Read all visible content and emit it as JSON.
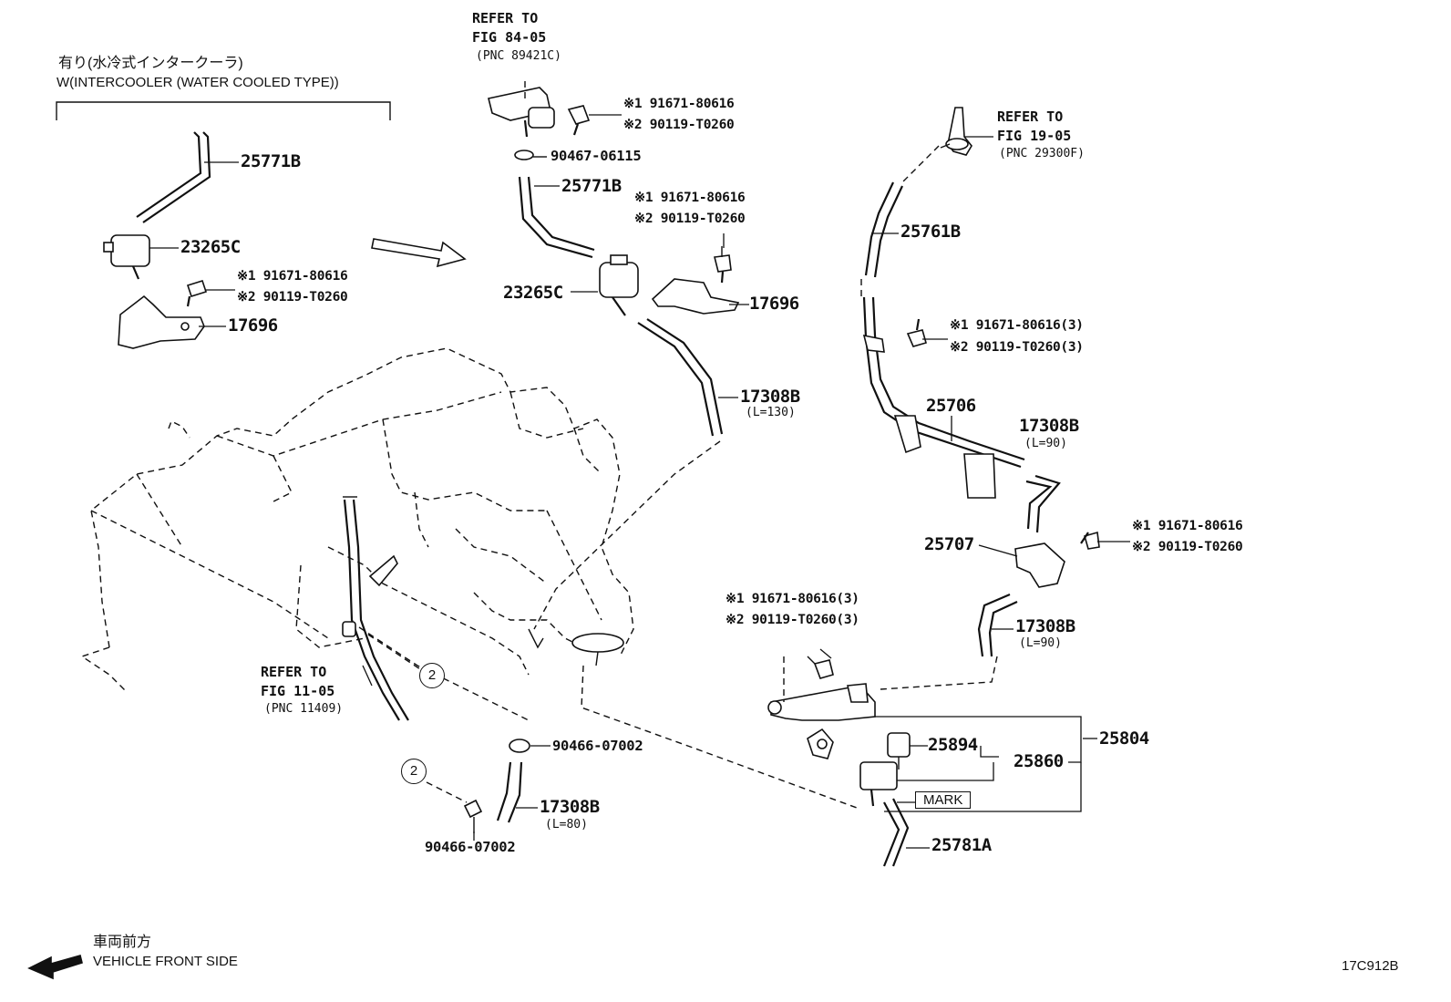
{
  "header": {
    "jp": "有り(水冷式インタークーラ)",
    "en": "W(INTERCOOLER (WATER COOLED TYPE))"
  },
  "refs": {
    "fig84": {
      "l1": "REFER TO",
      "l2": "FIG 84-05",
      "pnc": "(PNC 89421C)"
    },
    "fig19": {
      "l1": "REFER TO",
      "l2": "FIG 19-05",
      "pnc": "(PNC 29300F)"
    },
    "fig11": {
      "l1": "REFER TO",
      "l2": "FIG 11-05",
      "pnc": "(PNC 11409)"
    }
  },
  "parts": {
    "p25771B_left": "25771B",
    "p23265C_left": "23265C",
    "p17696_left": "17696",
    "p25771B_center": "25771B",
    "p23265C_center": "23265C",
    "p17696_center": "17696",
    "p17308B_130": "17308B",
    "p90467": "90467-06115",
    "p25761B": "25761B",
    "p25706": "25706",
    "p17308B_90a": "17308B",
    "p25707": "25707",
    "p17308B_90b": "17308B",
    "p25894": "25894",
    "p25860": "25860",
    "p25804": "25804",
    "p25781A": "25781A",
    "p90466_upper": "90466-07002",
    "p90466_lower": "90466-07002",
    "p17308B_80": "17308B"
  },
  "lengths": {
    "l130": "(L=130)",
    "l90a": "(L=90)",
    "l90b": "(L=90)",
    "l80": "(L=80)"
  },
  "bolts": {
    "left": {
      "a": "※1 91671-80616",
      "b": "※2 90119-T0260"
    },
    "top": {
      "a": "※1 91671-80616",
      "b": "※2 90119-T0260"
    },
    "center": {
      "a": "※1 91671-80616",
      "b": "※2 90119-T0260"
    },
    "right_u": {
      "a": "※1 91671-80616(3)",
      "b": "※2 90119-T0260(3)"
    },
    "right_m": {
      "a": "※1 91671-80616",
      "b": "※2 90119-T0260"
    },
    "lower": {
      "a": "※1 91671-80616(3)",
      "b": "※2 90119-T0260(3)"
    }
  },
  "circles": {
    "c1": "2",
    "c2": "2"
  },
  "mark": "MARK",
  "footer": {
    "jp": "車両前方",
    "en": "VEHICLE FRONT SIDE",
    "code": "17C912B"
  }
}
